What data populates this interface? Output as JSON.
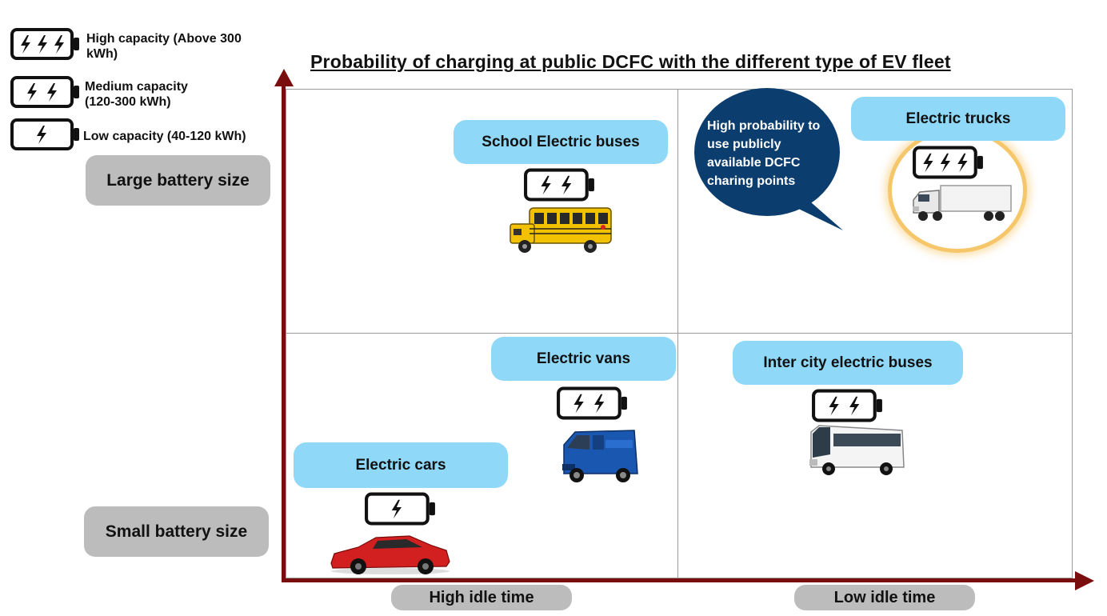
{
  "legend": [
    {
      "label": "High capacity  (Above 300 kWh)",
      "bolts": 3
    },
    {
      "label": "Medium capacity (120-300 kWh)",
      "bolts": 2
    },
    {
      "label": "Low capacity (40-120 kWh)",
      "bolts": 1
    }
  ],
  "title": "Probability of charging at public DCFC with the different type of EV fleet",
  "y_labels": {
    "large": "Large battery size",
    "small": "Small battery size"
  },
  "x_labels": {
    "high": "High idle time",
    "low": "Low idle time"
  },
  "vehicles": {
    "school_bus": "School Electric buses",
    "trucks": "Electric trucks",
    "vans": "Electric vans",
    "intercity": "Inter city electric buses",
    "cars": "Electric cars"
  },
  "callout": "High probability to use publicly available DCFC charing points",
  "colors": {
    "axis": "#7a0d0d",
    "label_blue": "#8fd8f8",
    "callout_navy": "#0b3d6e",
    "grey_label": "#bcbcbc",
    "highlight": "#f6c66a"
  }
}
